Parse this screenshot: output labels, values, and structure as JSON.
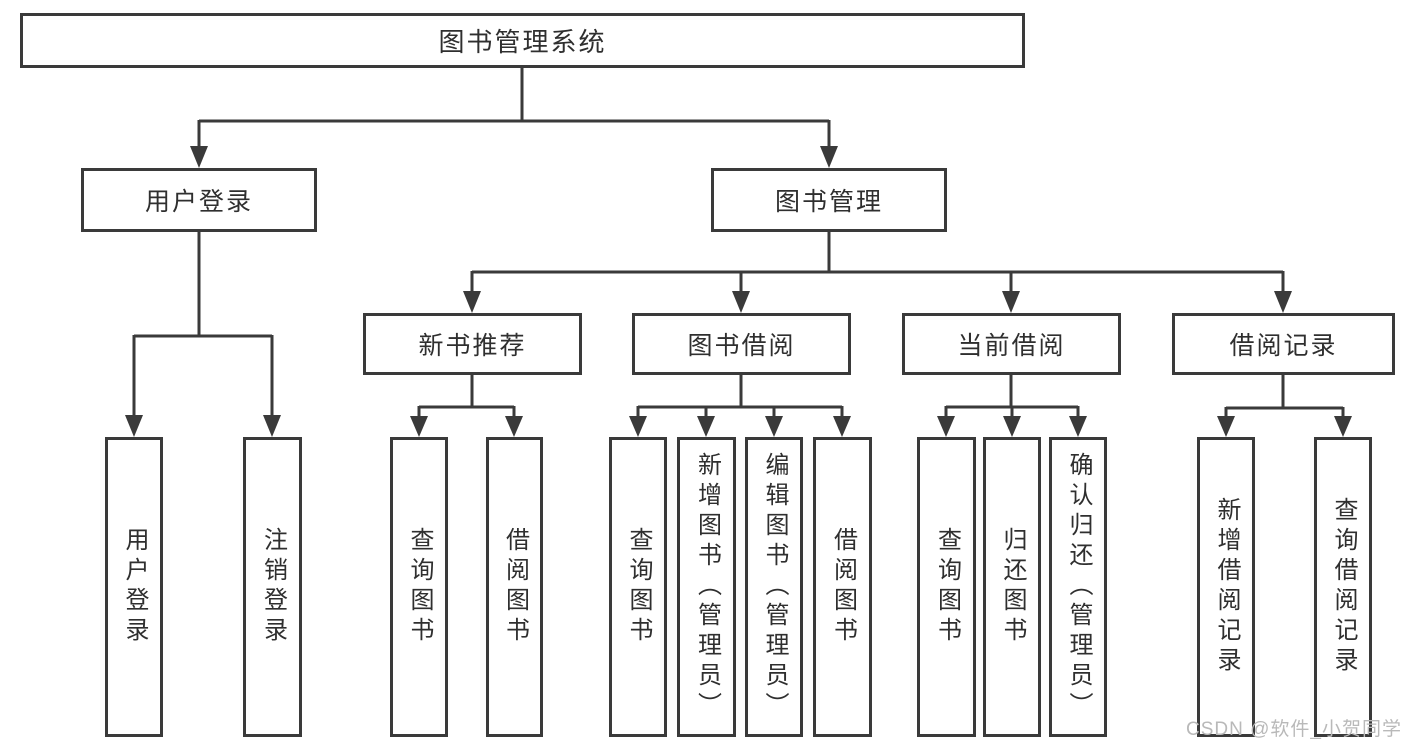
{
  "colors": {
    "line": "#3a3a3a",
    "box_border": "#3a3a3a",
    "text": "#2f2f2f",
    "background": "#ffffff",
    "watermark": "#b9b9b9"
  },
  "watermark": {
    "text": "CSDN @软件_小贺同学"
  },
  "tree": {
    "label": "图书管理系统",
    "children": [
      {
        "label": "用户登录",
        "children": [
          {
            "label": "用户登录"
          },
          {
            "label": "注销登录"
          }
        ]
      },
      {
        "label": "图书管理",
        "children": [
          {
            "label": "新书推荐",
            "children": [
              {
                "label": "查询图书"
              },
              {
                "label": "借阅图书"
              }
            ]
          },
          {
            "label": "图书借阅",
            "children": [
              {
                "label": "查询图书"
              },
              {
                "label": "新增图书（管理员）"
              },
              {
                "label": "编辑图书（管理员）"
              },
              {
                "label": "借阅图书"
              }
            ]
          },
          {
            "label": "当前借阅",
            "children": [
              {
                "label": "查询图书"
              },
              {
                "label": "归还图书"
              },
              {
                "label": "确认归还（管理员）"
              }
            ]
          },
          {
            "label": "借阅记录",
            "children": [
              {
                "label": "新增借阅记录"
              },
              {
                "label": "查询借阅记录"
              }
            ]
          }
        ]
      }
    ]
  }
}
